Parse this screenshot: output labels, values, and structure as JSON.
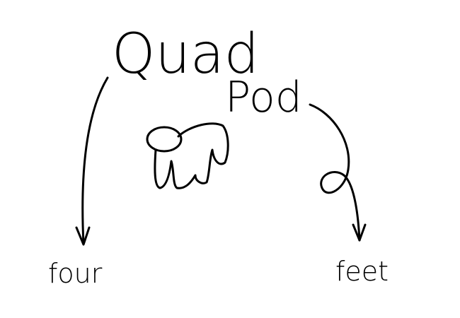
{
  "title": {
    "line1": "Quad",
    "line2": "Pod"
  },
  "labels": {
    "left": "four",
    "right": "feet"
  },
  "icons": [
    "arrow-down-icon",
    "looped-arrow-icon",
    "creature-drawing"
  ],
  "colors": {
    "ink": "#000000",
    "background": "#ffffff"
  }
}
